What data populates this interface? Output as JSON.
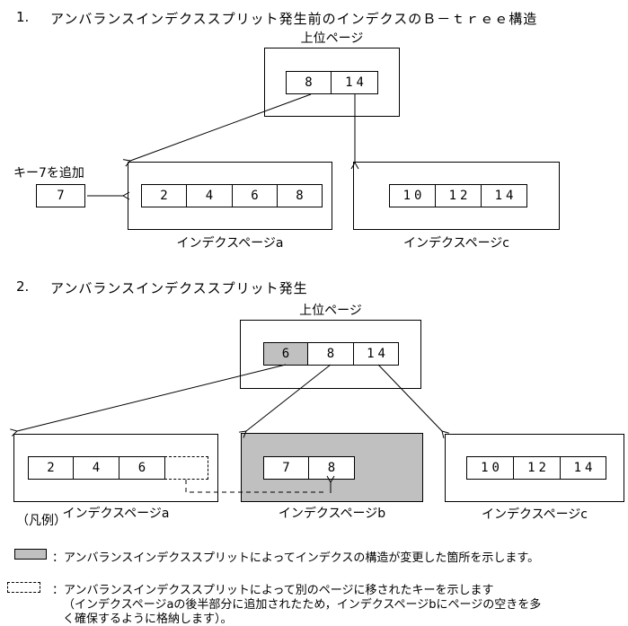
{
  "colors": {
    "highlight": "#c0c0c0",
    "background": "#ffffff",
    "line": "#000000"
  },
  "section1": {
    "number": "1.",
    "title": "アンバランスインデクススプリット発生前のインデクスのＢ－ｔｒｅｅ構造",
    "upper_page_label": "上位ページ",
    "root_keys": [
      "8",
      "14"
    ],
    "key_add_label": "キー7を追加",
    "key_add_value": "7",
    "page_a": {
      "keys": [
        "2",
        "4",
        "6",
        "8"
      ],
      "label": "インデクスページa"
    },
    "page_c": {
      "keys": [
        "10",
        "12",
        "14"
      ],
      "label": "インデクスページc"
    }
  },
  "section2": {
    "number": "2.",
    "title": "アンバランスインデクススプリット発生",
    "upper_page_label": "上位ページ",
    "root_keys": [
      "6",
      "8",
      "14"
    ],
    "page_a": {
      "keys": [
        "2",
        "4",
        "6"
      ],
      "label": "インデクスページa"
    },
    "page_b": {
      "keys": [
        "7",
        "8"
      ],
      "label": "インデクスページb"
    },
    "page_c": {
      "keys": [
        "10",
        "12",
        "14"
      ],
      "label": "インデクスページc"
    }
  },
  "legend": {
    "heading": "（凡例）",
    "gray_item_text": "：アンバランスインデクススプリットによってインデクスの構造が変更した箇所を示します。",
    "dashed_item_line1": "：アンバランスインデクススプリットによって別のページに移されたキーを示します",
    "dashed_item_line2": "（インデクスページaの後半部分に追加されたため，インデクスページbにページの空きを多",
    "dashed_item_line3": "く確保するように格納します）。"
  }
}
